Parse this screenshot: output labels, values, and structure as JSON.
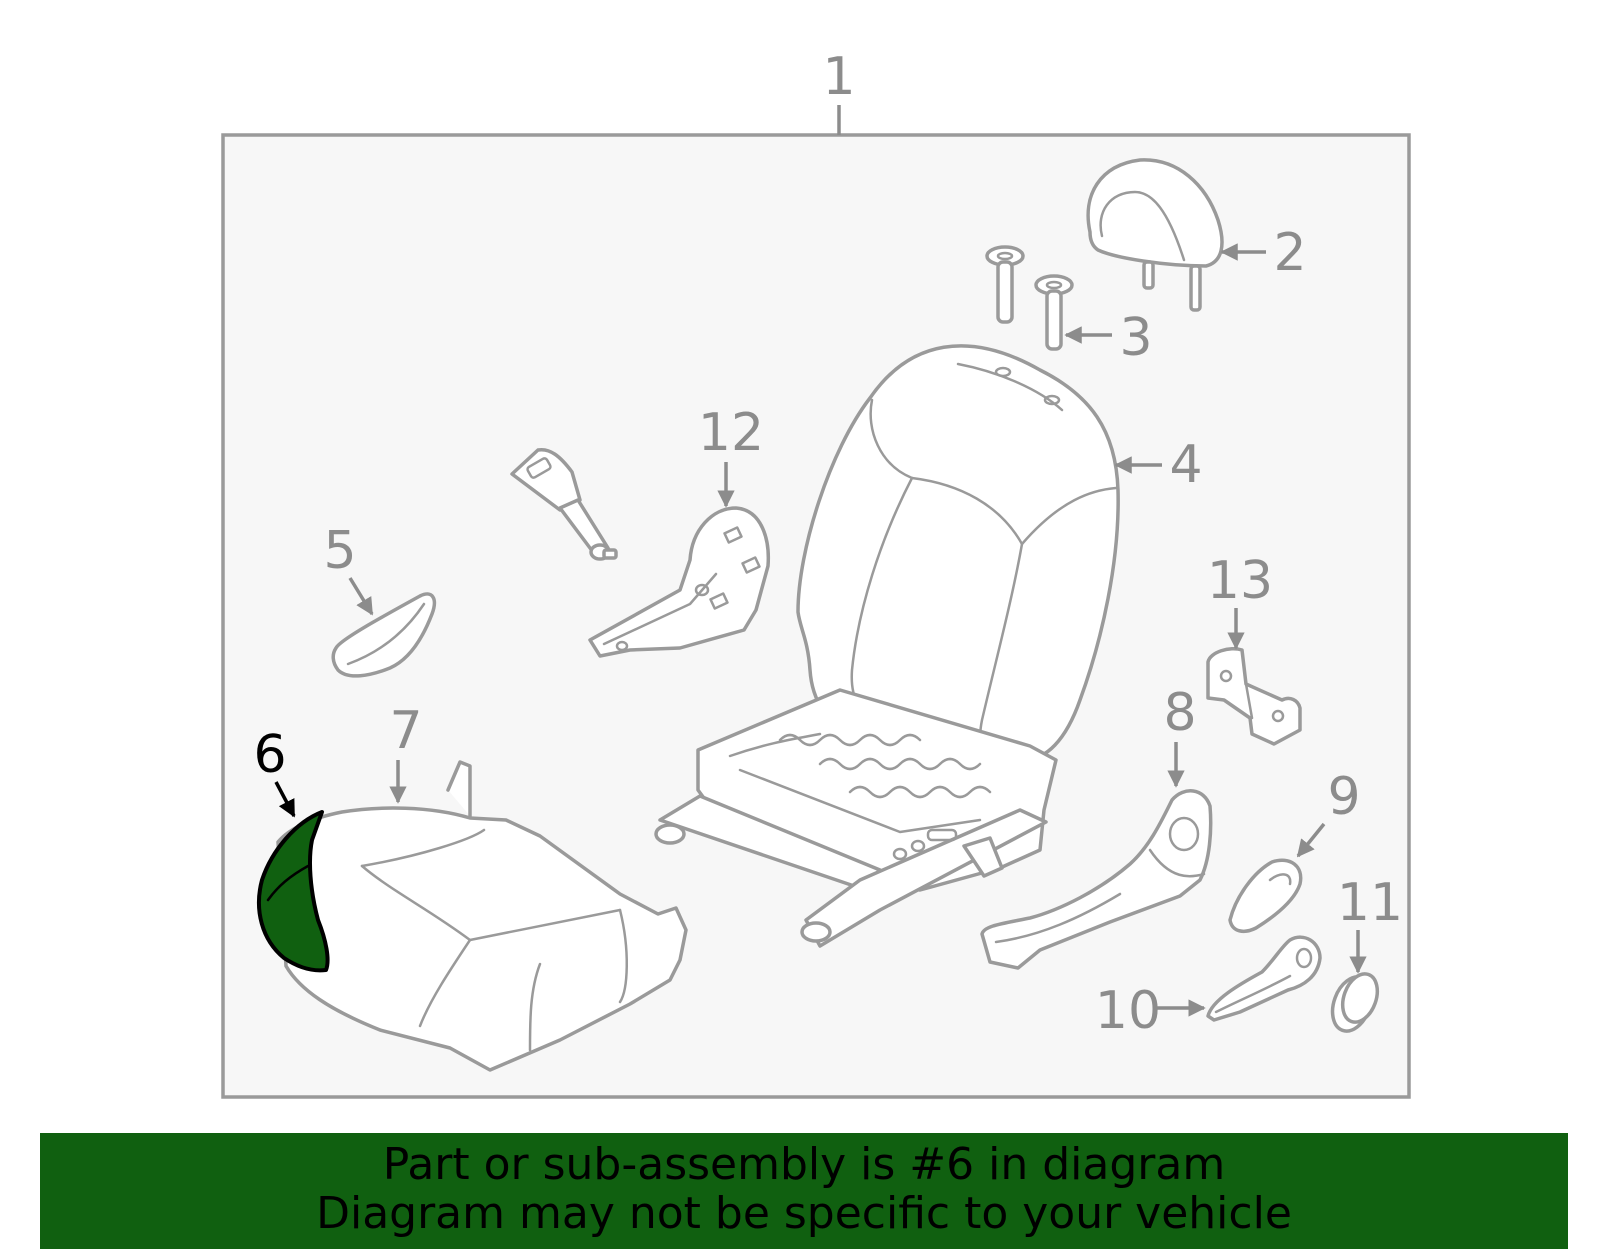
{
  "colors": {
    "highlight": "#106010",
    "banner_background": "#106010",
    "line_gray": "#9a9a9a",
    "frame_background": "#f7f7f7",
    "text_gray": "#8c8c8c"
  },
  "diagram": {
    "highlighted_part": "6",
    "callouts": {
      "c1": "1",
      "c2": "2",
      "c3": "3",
      "c4": "4",
      "c5": "5",
      "c6": "6",
      "c7": "7",
      "c8": "8",
      "c9": "9",
      "c10": "10",
      "c11": "11",
      "c12": "12",
      "c13": "13"
    }
  },
  "banner": {
    "line1": "Part or sub-assembly is #6 in diagram",
    "line2": "Diagram may not be specific to your vehicle"
  }
}
